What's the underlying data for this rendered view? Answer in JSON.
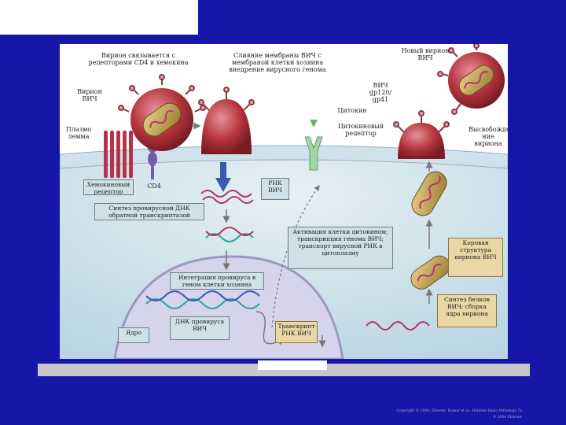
{
  "labels": {
    "virion_binds": "Вирион связывается с рецепторами CD4 и хемокина",
    "membrane_fusion": "Слияние мембраны ВИЧ с мембраной клетки хозяина внедрение вирусного генома",
    "new_virion": "Новый вирион ВИЧ",
    "virion_hiv": "Вирион ВИЧ",
    "hiv_gp": "ВИЧ gp120/ gp41",
    "cytokine": "Цитокин",
    "cytokine_receptor": "Цитокиновый рецептор",
    "plasma_membrane": "Плазмо лемма",
    "release_virions": "Высвобожде ние вириона",
    "chemokine_receptor": "Хемокиновый рецептор",
    "cd4": "CD4",
    "rna_hiv": "РНК ВИЧ",
    "dna_synthesis": "Синтез провирусной ДНК обратной транскриптазой",
    "activation": "Активация клетки цитокином; транскрипция генома ВИЧ; транспорт вирусной РНК в цитоплазму",
    "core_structure": "Коровая структура вириона ВИЧ",
    "integration": "Интеграция провируса в геном клетки хозяина",
    "protein_synthesis": "Синтез белков ВИЧ; сборка ядра вириона",
    "nucleus": "Ядро",
    "proviral_dna": "ДНК провируса ВИЧ",
    "rna_transcript": "Транскрипт РНК ВИЧ"
  },
  "credit": {
    "line1": "Copyright © 2004, Elsevier. Kumar et al.: Robbins Basic Pathology 7e",
    "line2": "© 2004 Elsevier"
  },
  "colors": {
    "background": "#1616a8",
    "membrane": "#b9d5e3",
    "virion": "#b4343c",
    "spike": "#e8a0a8",
    "core": "#c9a85a",
    "rna": "#b4346a",
    "dna": "#2aa4a4",
    "nucleus": "#d6d4ea"
  }
}
